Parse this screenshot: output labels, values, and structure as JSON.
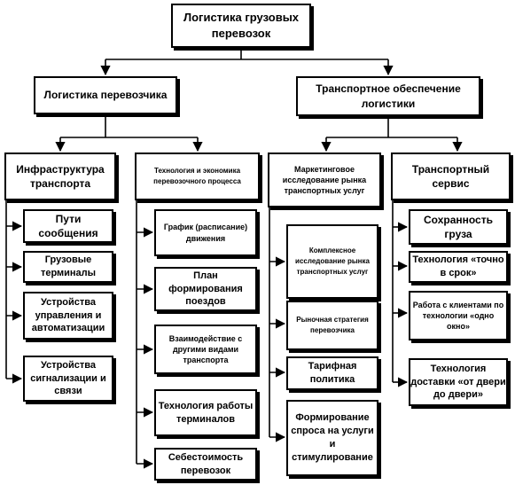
{
  "root": "Логистика грузовых перевозок",
  "level1": {
    "left": "Логистика перевозчика",
    "right": "Транспортное обеспечение логистики"
  },
  "level2": {
    "col1": "Инфраструктура транспорта",
    "col2": "Технология и экономика перевозочного процесса",
    "col3": "Маркетинговое исследование рынка транспортных услуг",
    "col4": "Транспортный сервис"
  },
  "col1_items": [
    "Пути сообщения",
    "Грузовые терминалы",
    "Устройства управления и автоматизации",
    "Устройства сигнализации и связи"
  ],
  "col2_items": [
    "График (расписание) движения",
    "План формирования поездов",
    "Взаимодействие с другими видами транспорта",
    "Технология работы терминалов",
    "Себестоимость перевозок"
  ],
  "col3_items": [
    "Комплексное исследование рынка транспортных услуг",
    "Рыночная стратегия перевозчика",
    "Тарифная политика",
    "Формирование спроса на услуги и стимулирование"
  ],
  "col4_items": [
    "Сохранность груза",
    "Технология «точно в срок»",
    "Работа с клиентами по технологии «одно окно»",
    "Технология доставки «от двери до двери»"
  ]
}
